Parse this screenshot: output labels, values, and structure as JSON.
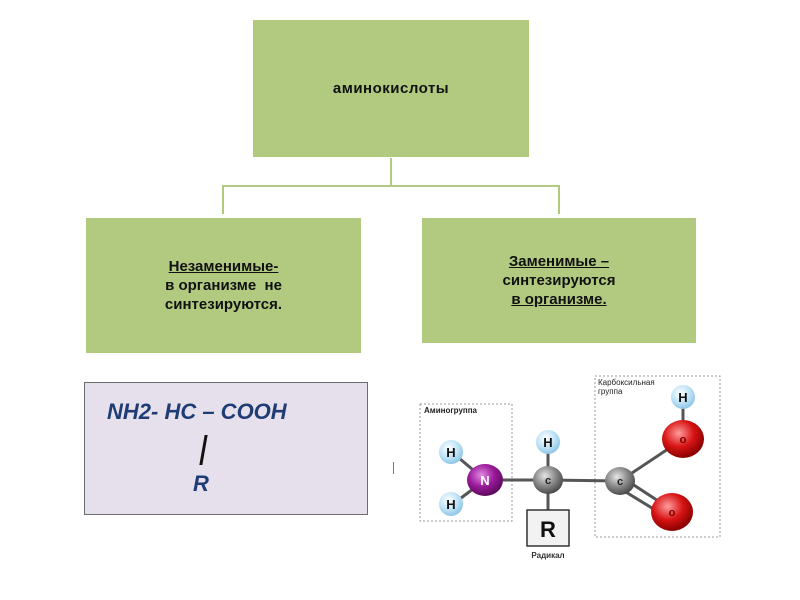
{
  "diagram": {
    "root": {
      "label": "аминокислоты"
    },
    "left": {
      "title": "Незаменимые-",
      "line2": "в организме  не",
      "line3": "синтезируются."
    },
    "right": {
      "title": "Заменимые –",
      "line2": "синтезируются",
      "line3": "в организме."
    }
  },
  "formula": {
    "main": "NH2- HC – COOH",
    "radical": "R"
  },
  "molecule": {
    "amino_group_label": "Аминогруппа",
    "carboxyl_group_label_line1": "Карбоксильная",
    "carboxyl_group_label_line2": "группа",
    "radical_box": "R",
    "radical_label": "Радикал",
    "atoms": {
      "h": "H",
      "n": "N",
      "c": "C",
      "o": "O"
    },
    "colors": {
      "hydrogen": "#bfe3f7",
      "nitrogen": "#9a1a9a",
      "carbon": "#8a8a8a",
      "oxygen": "#d81414"
    }
  }
}
